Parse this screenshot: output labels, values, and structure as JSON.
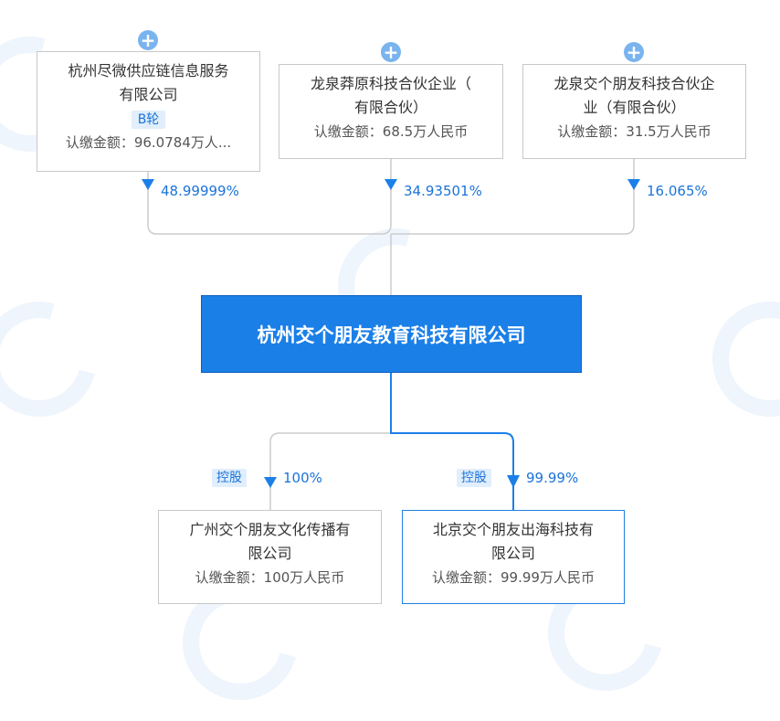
{
  "center_company": "杭州交个朋友教育科技有限公司",
  "shareholders": [
    {
      "name_line1": "杭州尽微供应链信息服务",
      "name_line2": "有限公司",
      "badge": "B轮",
      "amount": "认缴金额：96.0784万人...",
      "percent": "48.99999%"
    },
    {
      "name_line1": "龙泉莽原科技合伙企业（",
      "name_line2": "有限合伙）",
      "amount": "认缴金额：68.5万人民币",
      "percent": "34.93501%"
    },
    {
      "name_line1": "龙泉交个朋友科技合伙企",
      "name_line2": "业（有限合伙）",
      "amount": "认缴金额：31.5万人民币",
      "percent": "16.065%"
    }
  ],
  "subsidiaries": [
    {
      "name_line1": "广州交个朋友文化传播有",
      "name_line2": "限公司",
      "amount": "认缴金额：100万人民币",
      "percent": "100%",
      "tag": "控股"
    },
    {
      "name_line1": "北京交个朋友出海科技有",
      "name_line2": "限公司",
      "amount": "认缴金额：99.99万人民币",
      "percent": "99.99%",
      "tag": "控股"
    }
  ],
  "expand_symbol": "+",
  "colors": {
    "accent": "#1b7fe8",
    "line": "#cccccc",
    "badge_bg": "#e1eefb"
  }
}
